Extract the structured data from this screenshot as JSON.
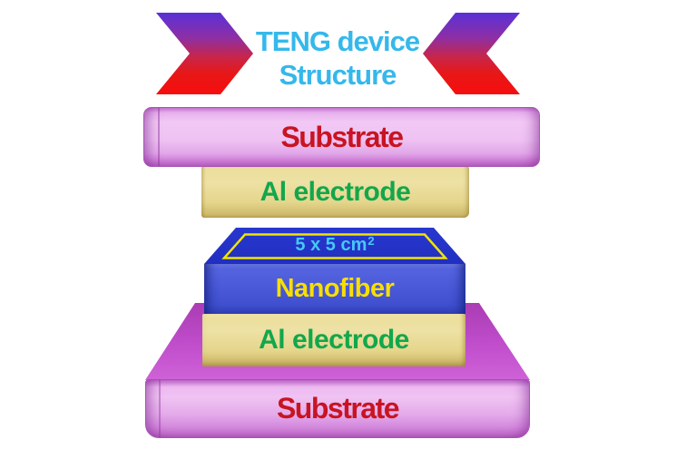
{
  "title": {
    "line1": "TENG device",
    "line2": "Structure"
  },
  "layers": {
    "top_substrate_label": "Substrate",
    "top_electrode_label": "Al electrode",
    "nanofiber_area_label": "5 x 5 cm",
    "nanofiber_area_sup": "2",
    "nanofiber_label": "Nanofiber",
    "bottom_electrode_label": "Al electrode",
    "bottom_substrate_label": "Substrate"
  },
  "colors": {
    "title_text": "#35b8eb",
    "substrate_text": "#c81422",
    "electrode_text": "#12a74c",
    "nanofiber_text": "#f8df00",
    "area_text": "#45c9f5",
    "arrow_gradient_top": "#5a30d6",
    "arrow_gradient_bottom": "#f60d0d",
    "substrate_fill": "#e2a8e9",
    "electrode_fill": "#e8d992",
    "nanofiber_front_fill": "#4a5ad8",
    "nanofiber_top_fill": "#2536cb",
    "bottom_substrate_top_fill": "#bf4cca"
  }
}
